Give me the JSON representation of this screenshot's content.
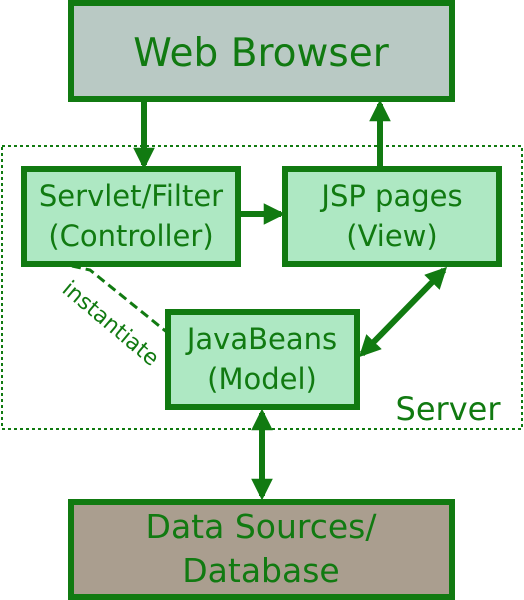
{
  "colors": {
    "line": "#117a11",
    "text": "#117a11",
    "browser_fill": "#b9c9c4",
    "component_fill": "#aee8c3",
    "database_fill": "#aa9e8f",
    "background": "#ffffff"
  },
  "nodes": {
    "browser": {
      "label": "Web Browser"
    },
    "controller": {
      "line1": "Servlet/Filter",
      "line2": "(Controller)"
    },
    "view": {
      "line1": "JSP pages",
      "line2": "(View)"
    },
    "model": {
      "line1": "JavaBeans",
      "line2": "(Model)"
    },
    "database": {
      "line1": "Data Sources/",
      "line2": "Database"
    }
  },
  "server_label": "Server",
  "instantiate_label": "instantiate",
  "edges": [
    {
      "from": "browser",
      "to": "controller",
      "style": "solid",
      "direction": "forward"
    },
    {
      "from": "controller",
      "to": "view",
      "style": "solid",
      "direction": "forward"
    },
    {
      "from": "view",
      "to": "browser",
      "style": "solid",
      "direction": "forward"
    },
    {
      "from": "view",
      "to": "model",
      "style": "solid",
      "direction": "both"
    },
    {
      "from": "model",
      "to": "database",
      "style": "solid",
      "direction": "both"
    },
    {
      "from": "controller",
      "to": "model",
      "style": "dashed",
      "direction": "none",
      "label": "instantiate"
    }
  ]
}
